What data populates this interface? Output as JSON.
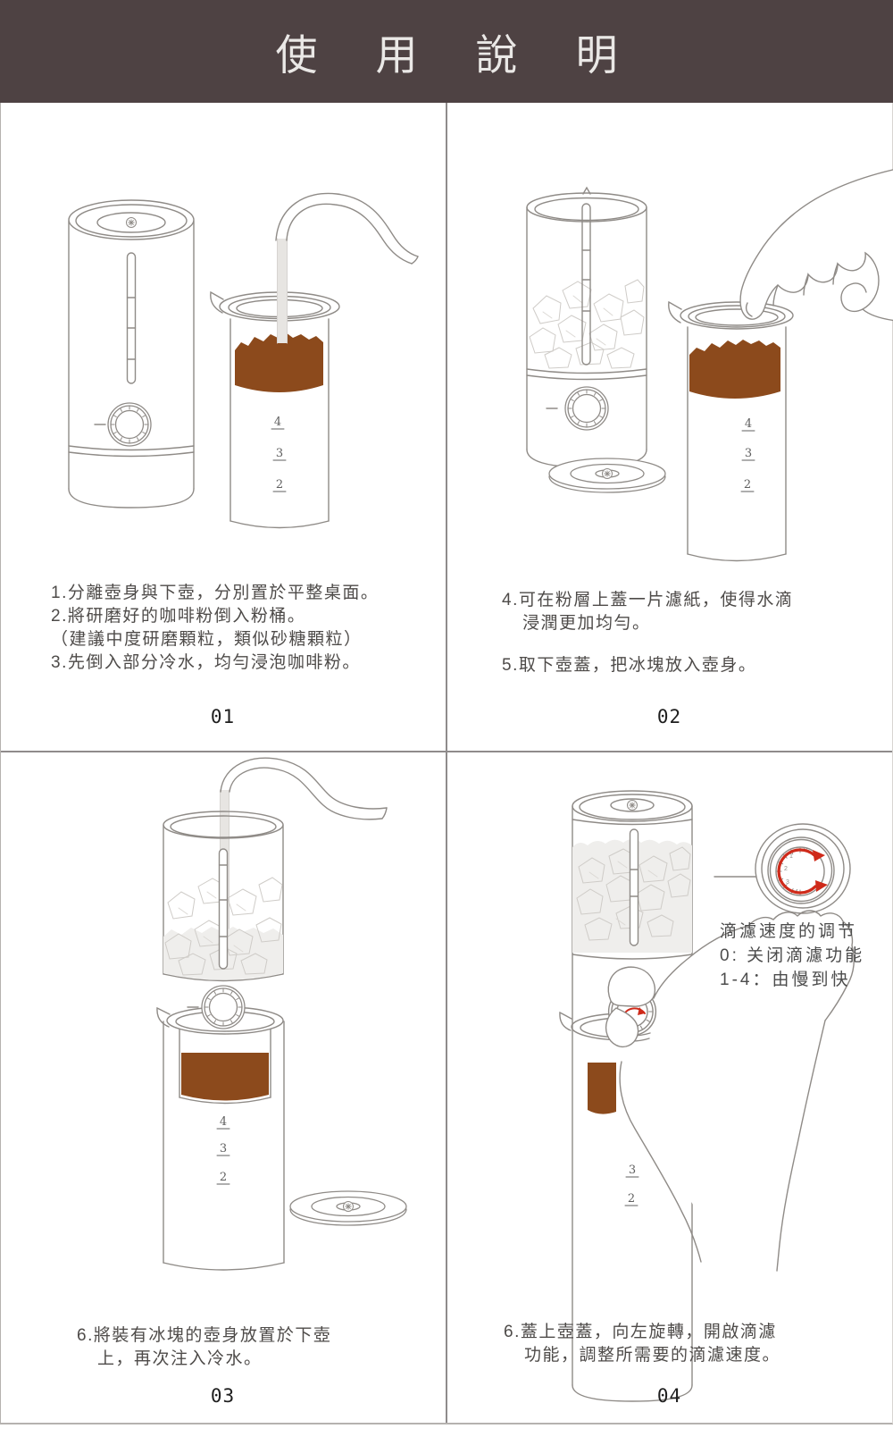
{
  "header": {
    "title": "使 用 說 明",
    "bg_color": "#4e4243",
    "text_color": "#eae8e6"
  },
  "colors": {
    "coffee_brown": "#8c4a1c",
    "accent_red": "#cf2a1a",
    "line_art_gray": "#8f8b87"
  },
  "panels": [
    {
      "label": "01",
      "instruction_lines": [
        "1.分離壺身與下壺，分別置於平整桌面。",
        "2.將研磨好的咖啡粉倒入粉桶。",
        "（建議中度研磨顆粒，類似砂糖顆粒）",
        "3.先倒入部分冷水，均勻浸泡咖啡粉。"
      ],
      "scale_labels": [
        "4",
        "3",
        "2"
      ]
    },
    {
      "label": "02",
      "instruction_lines": [
        "4.可在粉層上蓋一片濾紙，使得水滴",
        "浸潤更加均勻。",
        "5.取下壺蓋，把冰塊放入壺身。"
      ],
      "scale_labels": [
        "4",
        "3",
        "2"
      ]
    },
    {
      "label": "03",
      "instruction_lines": [
        "6.將裝有冰塊的壺身放置於下壺",
        "上，再次注入冷水。"
      ],
      "scale_labels": [
        "4",
        "3",
        "2"
      ]
    },
    {
      "label": "04",
      "instruction_lines": [
        "6.蓋上壺蓋，向左旋轉，開啟滴濾",
        "功能，調整所需要的滴濾速度。"
      ],
      "scale_labels": [
        "3",
        "2"
      ],
      "callout_lines": [
        "滴濾速度的调节",
        "0: 关闭滴濾功能",
        "1-4：由慢到快"
      ],
      "dial_digits": [
        "0",
        "1",
        "2",
        "3",
        "4"
      ]
    }
  ]
}
